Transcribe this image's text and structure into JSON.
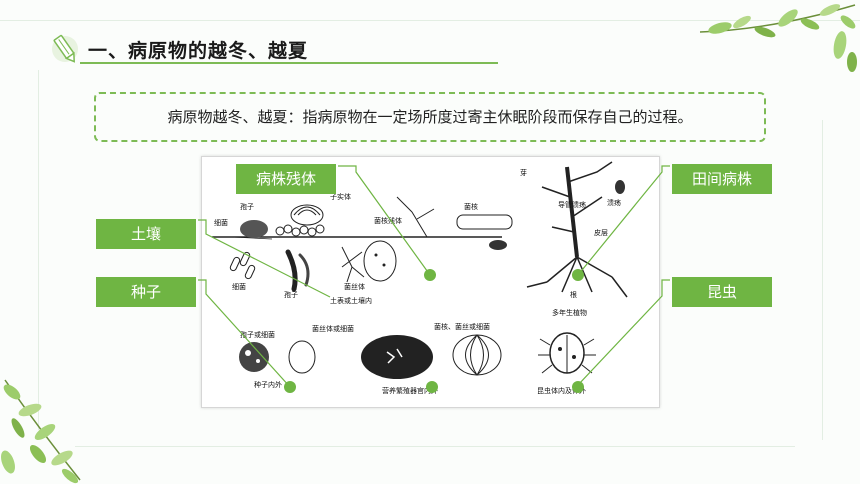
{
  "section_title": "一、病原物的越冬、越夏",
  "definition": "病原物越冬、越夏：指病原物在一定场所度过寄主休眠阶段而保存自己的过程。",
  "labels": {
    "plant_residue": "病株残体",
    "soil": "土壤",
    "seed": "种子",
    "field_plant": "田间病株",
    "insect": "昆虫"
  },
  "figure_text": {
    "spore": "孢子",
    "fruit_body": "子实体",
    "bacteria": "细菌",
    "sclerotium_residue": "菌核残体",
    "sclerotium": "菌核",
    "spore2": "孢子",
    "mycelium": "菌丝体",
    "bacteria2": "细菌",
    "soil_surface": "土表或土壤内",
    "bud": "芽",
    "vessel_disease": "导管溃疡",
    "canker": "溃疡",
    "bark": "皮层",
    "root": "根",
    "perennial": "多年生植物",
    "spore_or_bacteria": "孢子或细菌",
    "mycelium_or_bacteria": "菌丝体或细菌",
    "sclerotium_mycelium_bacteria": "菌核、菌丝或细菌",
    "seed_inside_outside": "种子内外",
    "organ_inside_outside": "营养繁殖器官内外",
    "insect_body": "昆虫体内及体外"
  },
  "colors": {
    "accent": "#6fb543",
    "line": "#7dbb55"
  }
}
